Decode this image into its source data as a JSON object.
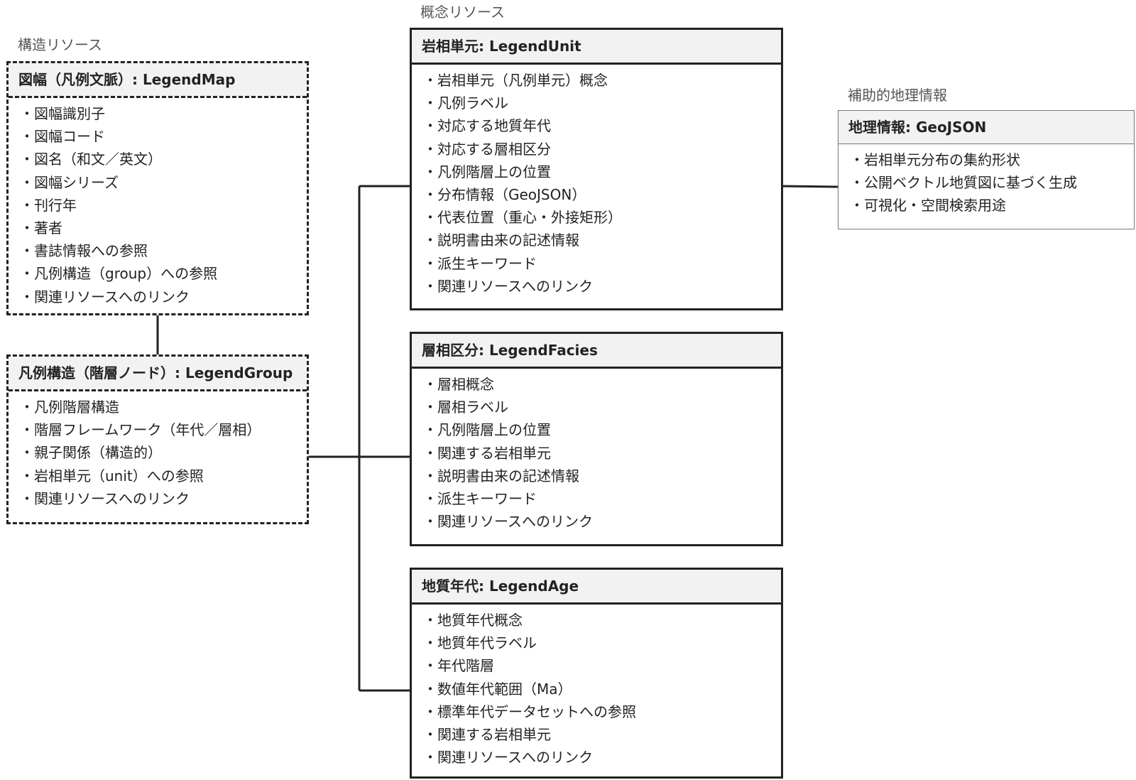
{
  "labels": {
    "structural": "構造リソース",
    "conceptual": "概念リソース",
    "auxiliary": "補助的地理情報"
  },
  "legend_map": {
    "title": "図幅（凡例文脈）: LegendMap",
    "items": [
      "図幅識別子",
      "図幅コード",
      "図名（和文／英文）",
      "図幅シリーズ",
      "刊行年",
      "著者",
      "書誌情報への参照",
      "凡例構造（group）への参照",
      "関連リソースへのリンク"
    ]
  },
  "legend_group": {
    "title": "凡例構造（階層ノード）: LegendGroup",
    "items": [
      "凡例階層構造",
      "階層フレームワーク（年代／層相）",
      "親子関係（構造的）",
      "岩相単元（unit）への参照",
      "関連リソースへのリンク"
    ]
  },
  "legend_unit": {
    "title": "岩相単元: LegendUnit",
    "items": [
      "岩相単元（凡例単元）概念",
      "凡例ラベル",
      "対応する地質年代",
      "対応する層相区分",
      "凡例階層上の位置",
      "分布情報（GeoJSON）",
      "代表位置（重心・外接矩形）",
      "説明書由来の記述情報",
      "派生キーワード",
      "関連リソースへのリンク"
    ]
  },
  "legend_facies": {
    "title": "層相区分: LegendFacies",
    "items": [
      "層相概念",
      "層相ラベル",
      "凡例階層上の位置",
      "関連する岩相単元",
      "説明書由来の記述情報",
      "派生キーワード",
      "関連リソースへのリンク"
    ]
  },
  "legend_age": {
    "title": "地質年代: LegendAge",
    "items": [
      "地質年代概念",
      "地質年代ラベル",
      "年代階層",
      "数値年代範囲（Ma）",
      "標準年代データセットへの参照",
      "関連する岩相単元",
      "関連リソースへのリンク"
    ]
  },
  "geojson": {
    "title": "地理情報: GeoJSON",
    "items": [
      "岩相単元分布の集約形状",
      "公開ベクトル地質図に基づく生成",
      "可視化・空間検索用途"
    ]
  }
}
